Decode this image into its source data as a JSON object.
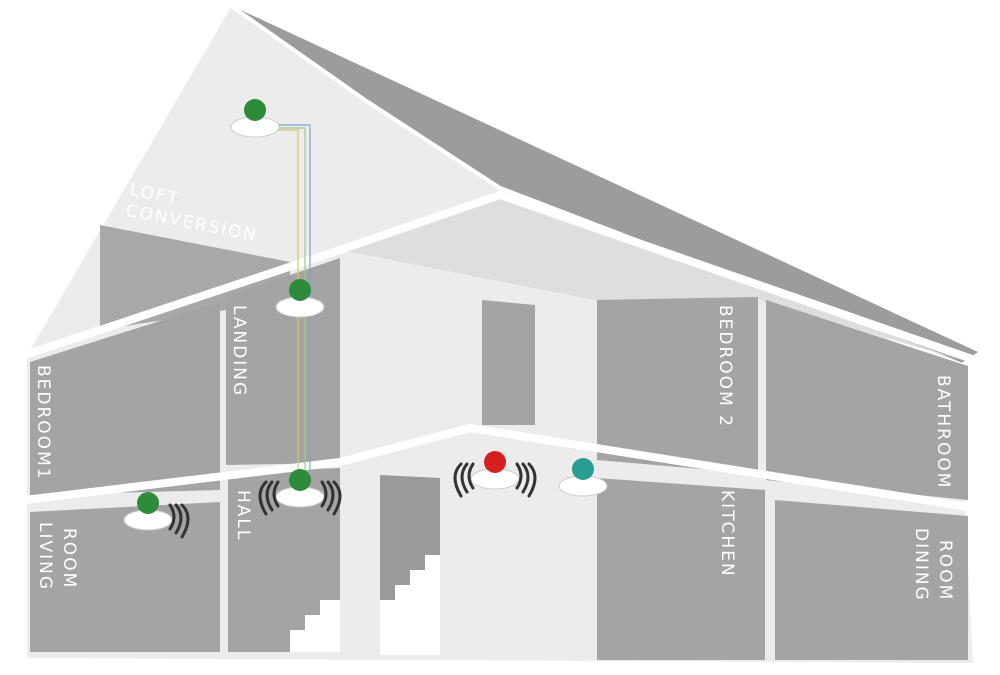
{
  "rooms": {
    "loft": [
      "LOFT",
      "CONVERSION"
    ],
    "landing": "LANDING",
    "bedroom2": "BEDROOM 2",
    "bathroom": "BATHROOM",
    "bedroom1": "BEDROOM1",
    "hall": "HALL",
    "living_room": [
      "LIVING",
      "ROOM"
    ],
    "kitchen": "KITCHEN",
    "dining_room": [
      "DINING",
      "ROOM"
    ]
  },
  "alarms": [
    {
      "room": "loft",
      "status_color": "#2e8b3a",
      "sounding": false
    },
    {
      "room": "landing",
      "status_color": "#2e8b3a",
      "sounding": false
    },
    {
      "room": "hall",
      "status_color": "#2e8b3a",
      "sounding": true
    },
    {
      "room": "living_room",
      "status_color": "#2e8b3a",
      "sounding": true
    },
    {
      "room": "central",
      "status_color": "#d42020",
      "sounding": true
    },
    {
      "room": "kitchen",
      "status_color": "#2a9d94",
      "sounding": false
    }
  ],
  "colors": {
    "wall": "#ebebeb",
    "room": "#a6a6a6",
    "roof": "#9a9a9a",
    "frame": "#ffffff"
  }
}
